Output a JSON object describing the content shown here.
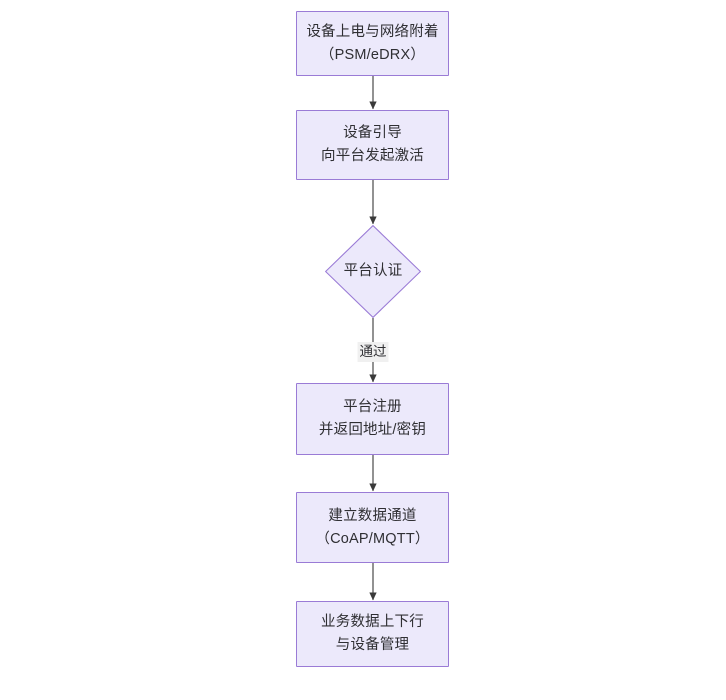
{
  "diagram": {
    "type": "flowchart",
    "orientation": "top-to-bottom",
    "background_color": "#ffffff",
    "node_fill_color": "#ece9fb",
    "node_border_color": "#9a7bd6",
    "text_color": "#2f2f33",
    "edge_color": "#3a3a3a",
    "nodes": [
      {
        "id": "n1",
        "shape": "rectangle",
        "label": "设备上电与网络附着\n（PSM/eDRX）"
      },
      {
        "id": "n2",
        "shape": "rectangle",
        "label": "设备引导\n向平台发起激活"
      },
      {
        "id": "n3",
        "shape": "diamond",
        "label": "平台认证"
      },
      {
        "id": "n4",
        "shape": "rectangle",
        "label": "平台注册\n并返回地址/密钥"
      },
      {
        "id": "n5",
        "shape": "rectangle",
        "label": "建立数据通道\n（CoAP/MQTT）"
      },
      {
        "id": "n6",
        "shape": "rectangle",
        "label": "业务数据上下行\n与设备管理"
      }
    ],
    "edges": [
      {
        "from": "n1",
        "to": "n2",
        "label": ""
      },
      {
        "from": "n2",
        "to": "n3",
        "label": ""
      },
      {
        "from": "n3",
        "to": "n4",
        "label": "通过"
      },
      {
        "from": "n4",
        "to": "n5",
        "label": ""
      },
      {
        "from": "n5",
        "to": "n6",
        "label": ""
      }
    ]
  }
}
